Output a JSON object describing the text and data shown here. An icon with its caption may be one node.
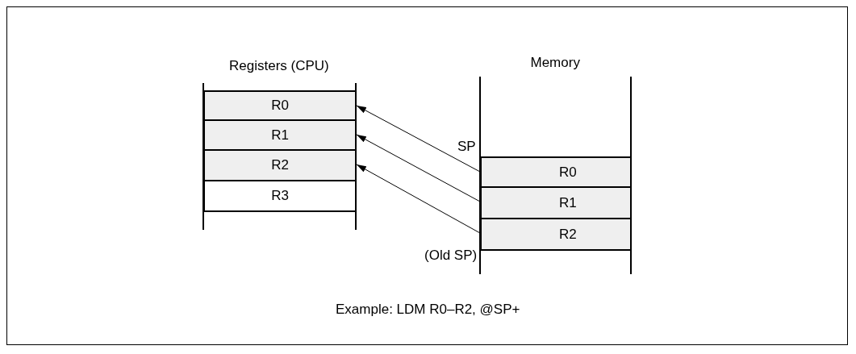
{
  "diagram": {
    "caption": "Example: LDM R0–R2, @SP+",
    "nodes": [
      {
        "text": [
          "R0"
        ]
      },
      {
        "text": [
          "R1"
        ]
      },
      {
        "text": [
          "R2"
        ]
      },
      {
        "text": [
          "R3"
        ]
      },
      {
        "text": [
          "R0"
        ]
      },
      {
        "text": [
          "R1"
        ]
      },
      {
        "text": [
          "R2"
        ]
      }
    ],
    "edges": [
      {
        "from": 4,
        "to": 0,
        "arrow": "to"
      },
      {
        "from": 5,
        "to": 1,
        "arrow": "to"
      },
      {
        "from": 6,
        "to": 2,
        "arrow": "to"
      }
    ],
    "labels": [
      "Registers (CPU)",
      "Memory",
      "SP",
      "(Old SP)"
    ]
  }
}
